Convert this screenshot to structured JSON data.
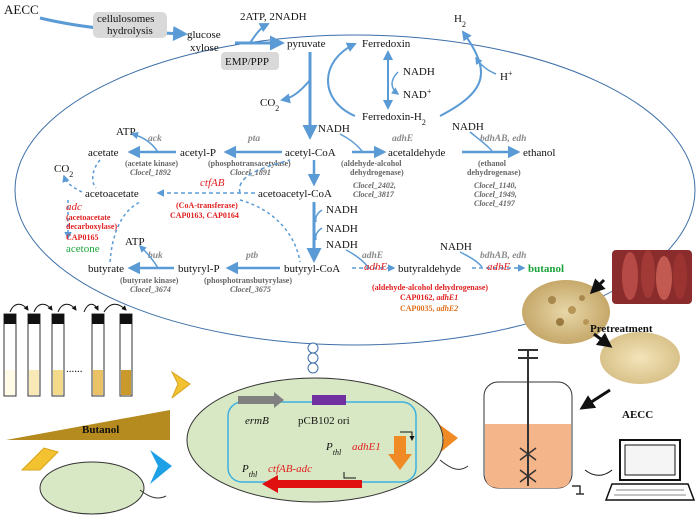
{
  "top": {
    "aecc": "AECC",
    "cellulosomes": "cellulosomes",
    "hydrolysis": "hydrolysis",
    "glucose": "glucose",
    "xylose": "xylose",
    "atp_nadh": "2ATP, 2NADH",
    "pyruvate": "pyruvate",
    "emp": "EMP/PPP",
    "ferredoxin": "Ferredoxin",
    "h2": "H",
    "h2_sub": "2",
    "hplus": "H",
    "hplus_sup": "+",
    "nadh_fd": "NADH",
    "nadplus": "NAD",
    "nadplus_sup": "+",
    "fd_h2": "Ferredoxin-H",
    "fd_h2_sub": "2",
    "co2_top": "CO",
    "co2_top_sub": "2"
  },
  "acetyl_branch": {
    "atp": "ATP",
    "ack": "ack",
    "pta": "pta",
    "nadh_1": "NADH",
    "adhE_1": "adhE",
    "nadh_2": "NADH",
    "bdhab_edh_1": "bdhAB, edh",
    "acetate": "acetate",
    "acetyl_p": "acetyl-P",
    "acetyl_coa": "acetyl-CoA",
    "acetaldehyde": "acetaldehyde",
    "ethanol": "ethanol",
    "acetate_kinase": "(acetate kinase)",
    "acetate_kinase_gene": "Clocel_1892",
    "pta_name": "(phosphotransacetylase)",
    "pta_gene": "Clocel_1891",
    "adhe_name_1": "(aldehyde-alcohol",
    "adhe_name_2": "dehydrogenase)",
    "adhe_gene_1": "Clocel_2402,",
    "adhe_gene_2": "Clocel_3817",
    "eth_name_1": "(ethanol",
    "eth_name_2": "dehydrogenase)",
    "eth_gene_1": "Clocel_1140,",
    "eth_gene_2": "Clocel_1949,",
    "eth_gene_3": "Clocel_4197"
  },
  "acetone_branch": {
    "co2": "CO",
    "co2_sub": "2",
    "ctfab": "ctfAB",
    "acetoacetate": "acetoacetate",
    "acetoacetyl_coa": "acetoacetyl-CoA",
    "coa_transferase": "(CoA-transferase)",
    "coa_genes": "CAP0163, CAP0164",
    "adc": "adc",
    "adc_name_1": "(acetoacetate",
    "adc_name_2": "decarboxylase)",
    "adc_gene": "CAP0165",
    "acetone": "acetone"
  },
  "butyrate_branch": {
    "nadh_a": "NADH",
    "nadh_b": "NADH",
    "nadh_c": "NADH",
    "adhE_grey": "adhE",
    "nadh_d": "NADH",
    "bdhab_edh_2": "bdhAB, edh",
    "atp": "ATP",
    "buk": "buk",
    "ptb": "ptb",
    "butyrate": "butyrate",
    "butyryl_p": "butyryl-P",
    "butyryl_coa": "butyryl-CoA",
    "butyraldehyde": "butyraldehyde",
    "butanol": "butanol",
    "adhE_red_1": "adhE",
    "adhE_red_2": "adhE",
    "buk_name": "(butyrate kinase)",
    "buk_gene": "Clocel_3674",
    "ptb_name": "(phosphotransbutyrylase)",
    "ptb_gene": "Clocel_3675",
    "adhe_red_name": "(aldehyde-alcohol dehydrogenase)",
    "adhe_red_gene_1": "CAP0162, ",
    "adhe_red_gene_1b": "adhE1",
    "adhe_red_gene_2": "CAP0035, ",
    "adhe_red_gene_2b": "adhE2"
  },
  "bottom": {
    "butanol_label": "Butanol",
    "dots": "......",
    "pretreatment": "Pretreatment",
    "aecc": "AECC",
    "ermb": "ermB",
    "ori": "pCB102 ori",
    "pthl_1": "P",
    "pthl_1_sub": "thl",
    "adhe1": "adhE1",
    "pthl_2": "P",
    "pthl_2_sub": "thl",
    "ctfab_adc": "ctfAB-adc"
  },
  "colors": {
    "pathway_blue": "#5b9bd5",
    "gene_red": "#e02020",
    "butanol_green": "#1aa33a",
    "cell_green": "#d9e8c4",
    "triangle_gold": "#b58a1e",
    "chevron_orange": "#f08a24",
    "chevron_blue": "#1ea0e6",
    "chevron_yellow": "#f2c230",
    "medium_orange": "#f4b58a",
    "computer_icon": "computer-icon",
    "bioreactor_icon": "bioreactor-icon"
  }
}
